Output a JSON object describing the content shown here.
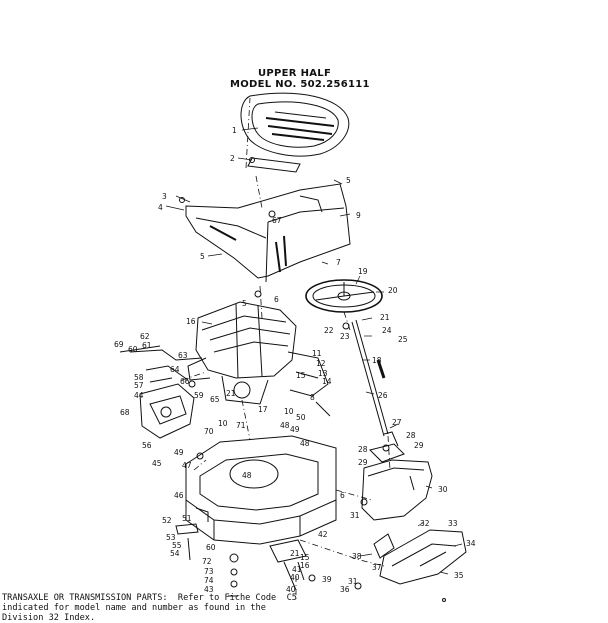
{
  "header": {
    "title": "UPPER HALF",
    "model": "MODEL NO. 502.256111"
  },
  "footnote": {
    "line1": "TRANSAXLE OR TRANSMISSION PARTS:  Refer to Fiche Code  C5",
    "line2": "indicated for model name and number as found in the",
    "line3": "Division 32 Index."
  },
  "callouts": [
    "1",
    "2",
    "3",
    "4",
    "5",
    "5",
    "5",
    "6",
    "6",
    "7",
    "8",
    "9",
    "10",
    "10",
    "11",
    "12",
    "13",
    "14",
    "15",
    "15",
    "16",
    "16",
    "17",
    "18",
    "19",
    "20",
    "21",
    "21",
    "21",
    "22",
    "23",
    "24",
    "25",
    "26",
    "27",
    "28",
    "28",
    "29",
    "29",
    "30",
    "31",
    "31",
    "32",
    "33",
    "34",
    "35",
    "36",
    "37",
    "38",
    "39",
    "40",
    "40",
    "41",
    "42",
    "43",
    "44",
    "45",
    "46",
    "47",
    "48",
    "48",
    "48",
    "49",
    "49",
    "50",
    "51",
    "52",
    "53",
    "54",
    "55",
    "56",
    "57",
    "58",
    "59",
    "60",
    "60",
    "61",
    "62",
    "63",
    "64",
    "65",
    "66",
    "67",
    "68",
    "69",
    "70",
    "71",
    "72",
    "73",
    "74"
  ]
}
